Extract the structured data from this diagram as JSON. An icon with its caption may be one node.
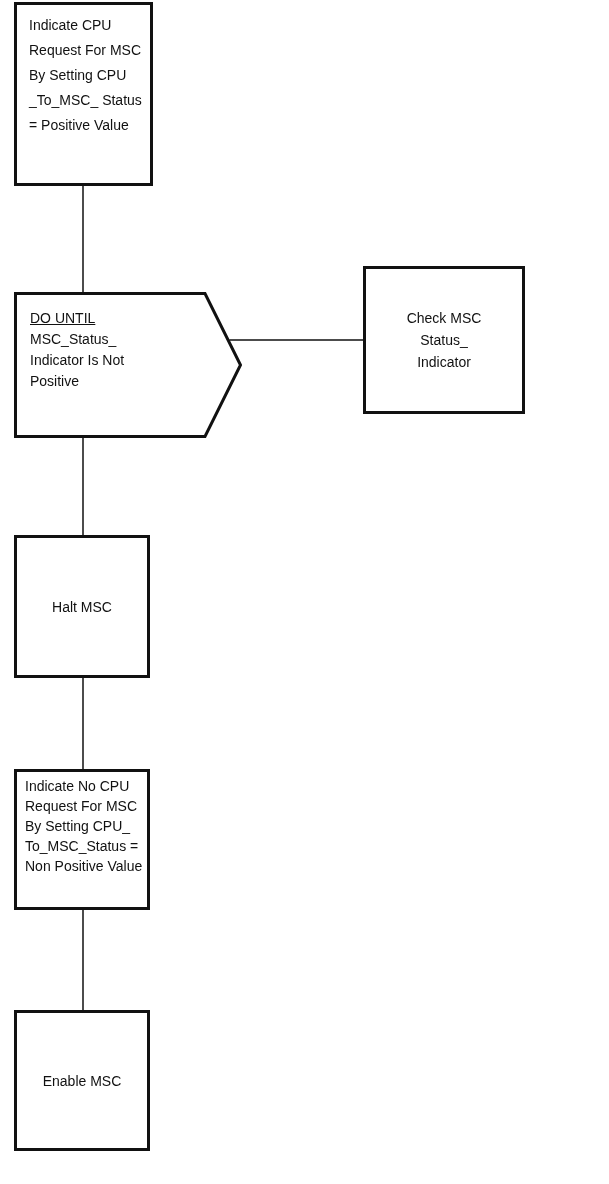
{
  "diagram": {
    "nodes": [
      {
        "text": [
          "Indicate CPU Request For MSC By Setting CPU _To_MSC_ Status = Positive Value"
        ]
      },
      {
        "text": [
          "DO UNTIL",
          "MSC_Status_ Indicator Is Not Positive"
        ]
      },
      {
        "text": [
          "Check MSC Status_ Indicator"
        ]
      },
      {
        "text": [
          "Halt MSC"
        ]
      },
      {
        "text": [
          "Indicate No CPU Request For MSC By Setting CPU_ To_MSC_Status = Non Positive Value"
        ]
      },
      {
        "text": [
          "Enable MSC"
        ]
      }
    ],
    "edges": [
      {
        "from": 0,
        "to": 1,
        "arrow": "none"
      },
      {
        "from": 1,
        "to": 2,
        "arrow": "none"
      },
      {
        "from": 1,
        "to": 3,
        "arrow": "none"
      },
      {
        "from": 3,
        "to": 4,
        "arrow": "none"
      },
      {
        "from": 4,
        "to": 5,
        "arrow": "none"
      }
    ]
  }
}
